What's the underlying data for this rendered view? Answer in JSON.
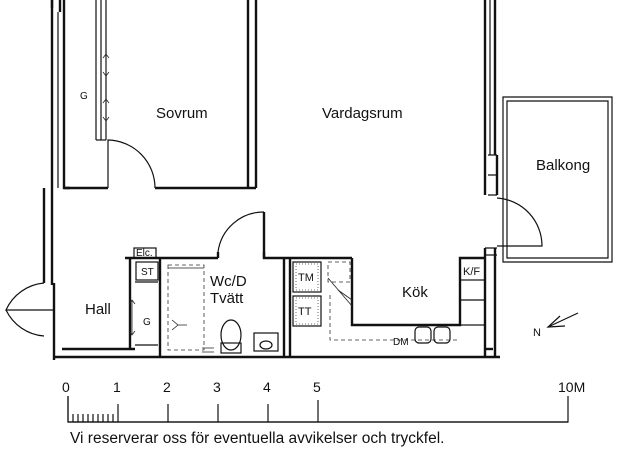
{
  "rooms": {
    "sovrum": "Sovrum",
    "vardagsrum": "Vardagsrum",
    "balkong": "Balkong",
    "hall": "Hall",
    "wc_line1": "Wc/D",
    "wc_line2": "Tvätt",
    "kok": "Kök"
  },
  "fixtures": {
    "garderob_sovrum": "G",
    "garderob_hall": "G",
    "elc": "Elc.",
    "st": "ST",
    "tm": "TM",
    "tt": "TT",
    "kf": "K/F",
    "dm": "DM"
  },
  "compass": {
    "north": "N"
  },
  "scale": {
    "ticks": [
      "0",
      "1",
      "2",
      "3",
      "4",
      "5",
      "10M"
    ],
    "tick_values_m": [
      0,
      1,
      2,
      3,
      4,
      5,
      10
    ]
  },
  "disclaimer": "Vi reserverar oss för eventuella avvikelser och tryckfel.",
  "colors": {
    "line": "#111111",
    "background": "#ffffff"
  }
}
